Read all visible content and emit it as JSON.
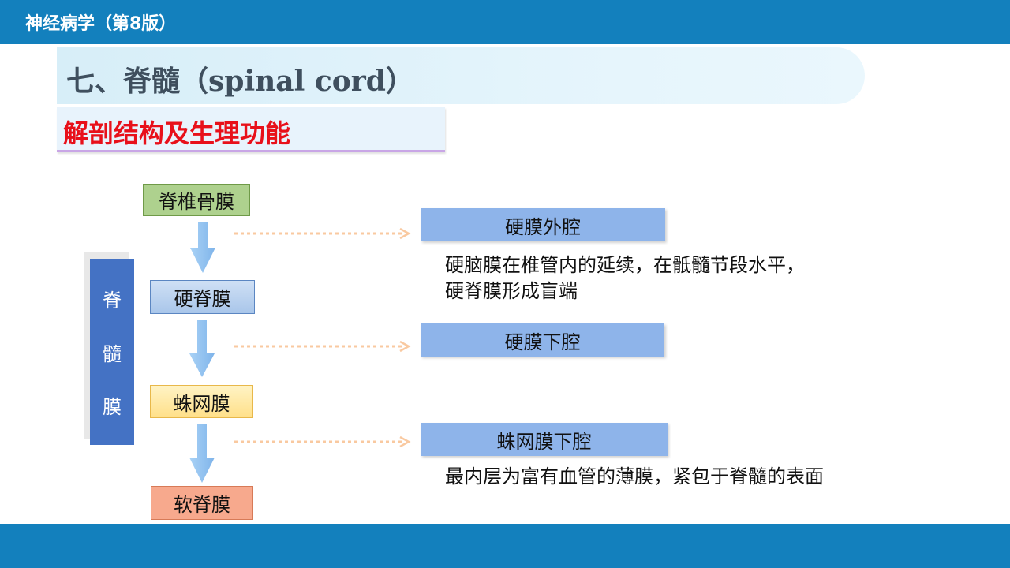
{
  "header": {
    "title": "神经病学（第8版）"
  },
  "slide": {
    "title": "七、脊髓（spinal cord）",
    "subtitle": "解剖结构及生理功能"
  },
  "diagram": {
    "side_label": [
      "脊",
      "髓",
      "膜"
    ],
    "layers": [
      "脊椎骨膜",
      "硬脊膜",
      "蛛网膜",
      "软脊膜"
    ],
    "spaces": [
      "硬膜外腔",
      "硬膜下腔",
      "蛛网膜下腔"
    ],
    "descriptions": {
      "dura": [
        "硬脑膜在椎管内的延续，在骶髓节段水平，",
        "硬脊膜形成盲端"
      ],
      "pia": "最内层为富有血管的薄膜，紧包于脊髓的表面"
    }
  },
  "colors": {
    "header_bar": "#1380bd",
    "subtitle_text": "#e8101a",
    "side_bar": "#4472c4",
    "arrow": "#8ec1f0",
    "dotted_arrow": "#f9c9a0"
  }
}
